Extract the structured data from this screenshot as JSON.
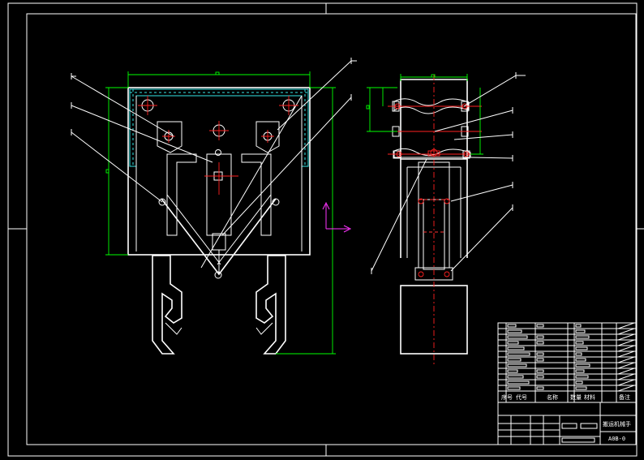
{
  "title_block": {
    "col_headers": [
      "序号",
      "代号",
      "名称",
      "数量",
      "材料",
      "备注"
    ],
    "drawing_name": "搬运机械手",
    "drawing_code": "A0B-0"
  },
  "colors": {
    "background": "#000000",
    "outline": "#ffffff",
    "dimension": "#00ff00",
    "centerline": "#ff2020",
    "hatch": "#33e6e6",
    "axis": "#ff33ff"
  }
}
